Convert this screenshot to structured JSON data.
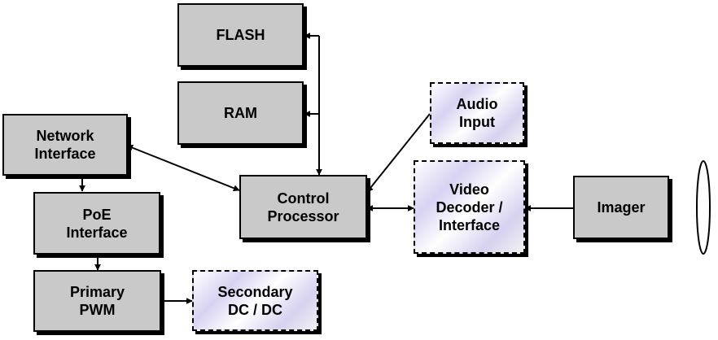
{
  "blocks": {
    "flash": "FLASH",
    "ram": "RAM",
    "network": "Network\nInterface",
    "poe": "PoE\nInterface",
    "pwm": "Primary\nPWM",
    "secondary": "Secondary\nDC / DC",
    "control": "Control\nProcessor",
    "audio": "Audio\nInput",
    "video": "Video\nDecoder /\nInterface",
    "imager": "Imager"
  },
  "lens_icon": "lens-icon",
  "colors": {
    "block_fill": "#c9c9c9",
    "optional_fill_tint": "#d7d2f2",
    "line": "#000000"
  }
}
